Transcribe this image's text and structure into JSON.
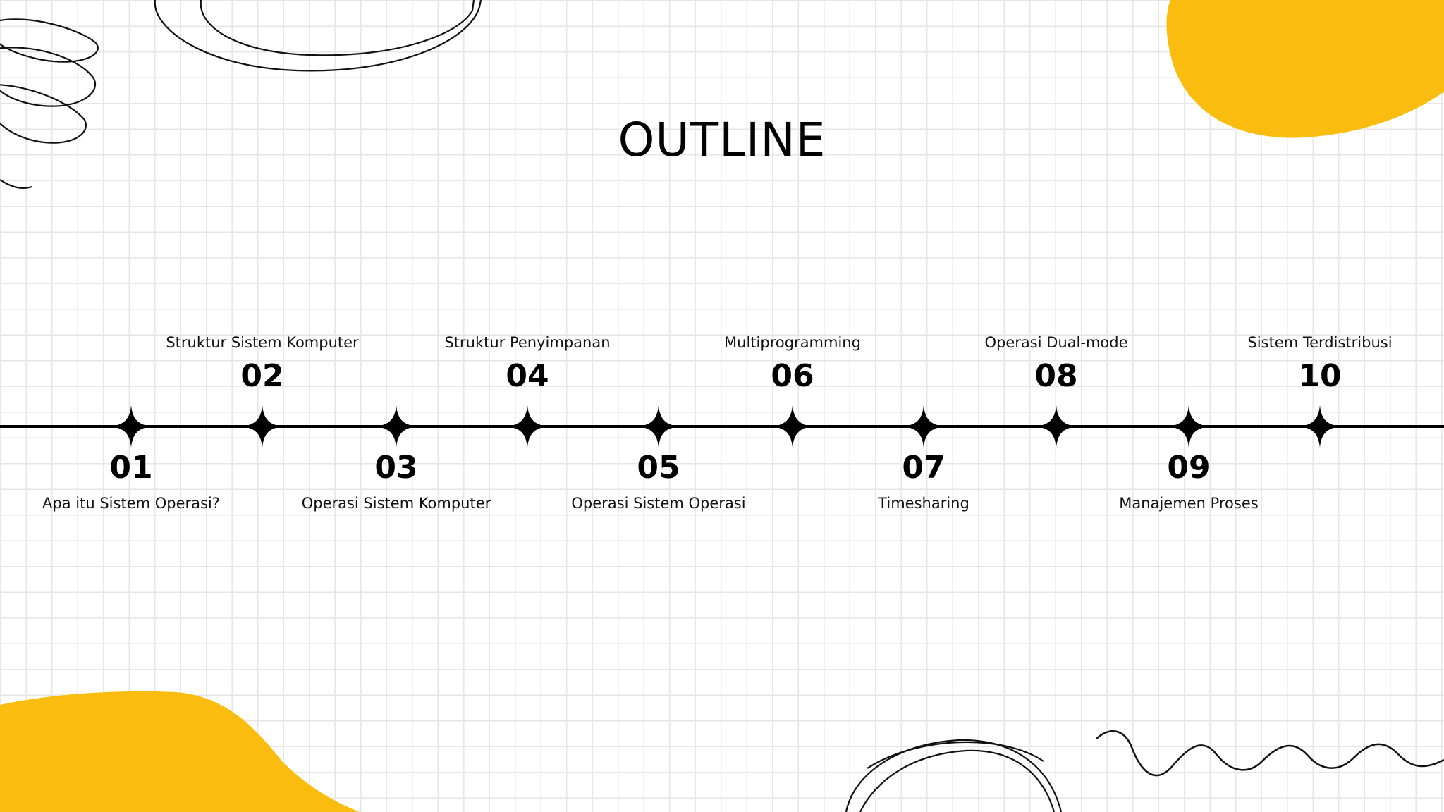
{
  "title": "OUTLINE",
  "colors": {
    "accent": "#FABD0F",
    "ink": "#000000",
    "grid": "#E6E6E6"
  },
  "items": [
    {
      "num": "01",
      "label": "Apa itu Sistem Operasi?"
    },
    {
      "num": "02",
      "label": "Struktur Sistem Komputer"
    },
    {
      "num": "03",
      "label": "Operasi Sistem Komputer"
    },
    {
      "num": "04",
      "label": "Struktur Penyimpanan"
    },
    {
      "num": "05",
      "label": "Operasi Sistem Operasi"
    },
    {
      "num": "06",
      "label": "Multiprogramming"
    },
    {
      "num": "07",
      "label": "Timesharing"
    },
    {
      "num": "08",
      "label": "Operasi Dual-mode"
    },
    {
      "num": "09",
      "label": "Manajemen Proses"
    },
    {
      "num": "10",
      "label": "Sistem Terdistribusi"
    }
  ]
}
